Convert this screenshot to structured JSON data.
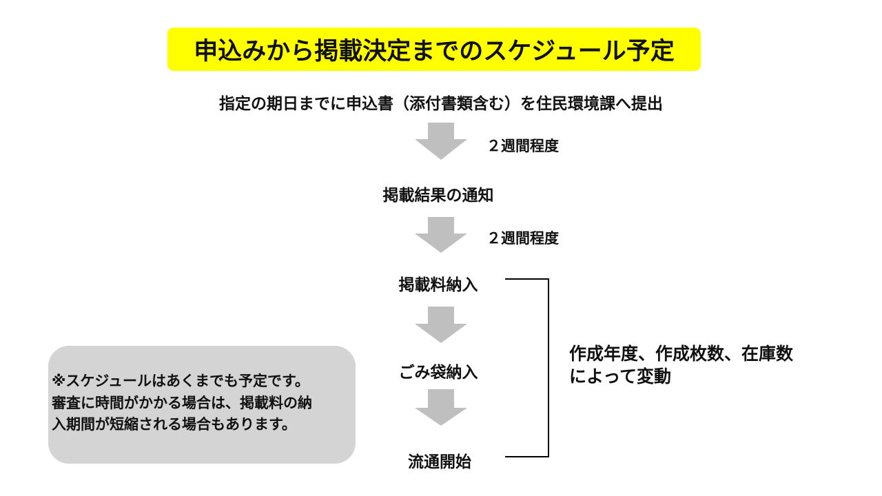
{
  "title": "申込みから掲載決定までのスケジュール予定",
  "colors": {
    "title_background": "#ffff00",
    "arrow": "#bfbfbf",
    "note_background": "#d4d4d4",
    "bracket": "#000000"
  },
  "steps": [
    {
      "label": "指定の期日までに申込書（添付書類含む）を住民環境課へ提出"
    },
    {
      "label": "掲載結果の通知"
    },
    {
      "label": "掲載料納入"
    },
    {
      "label": "ごみ袋納入"
    },
    {
      "label": "流通開始"
    }
  ],
  "arrows": [
    {
      "icon": "down-arrow-icon",
      "duration": "２週間程度"
    },
    {
      "icon": "down-arrow-icon",
      "duration": "２週間程度"
    },
    {
      "icon": "down-arrow-icon",
      "duration": ""
    },
    {
      "icon": "down-arrow-icon",
      "duration": ""
    }
  ],
  "bracket_note": {
    "lines": [
      "作成年度、作成枚数、在庫数",
      "によって変動"
    ]
  },
  "note": {
    "lines": [
      "※スケジュールはあくまでも予定です。",
      "審査に時間がかかる場合は、掲載料の納",
      "入期間が短縮される場合もあります。"
    ]
  }
}
